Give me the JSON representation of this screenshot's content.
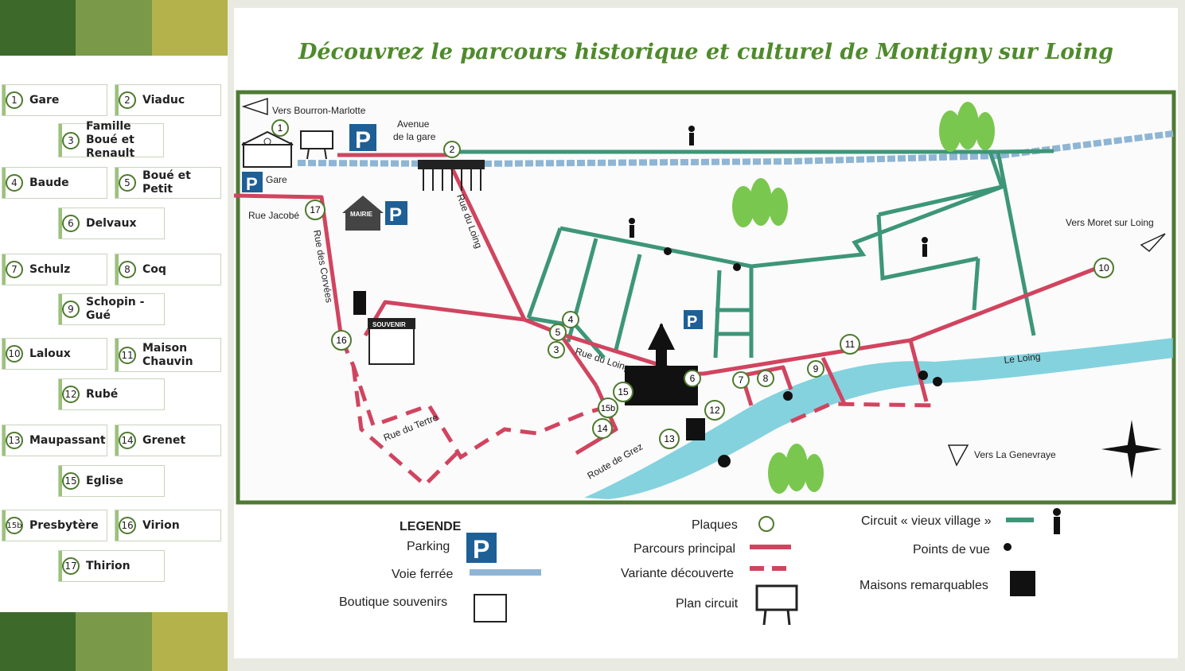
{
  "title": "Découvrez le parcours historique et culturel de Montigny sur Loing",
  "colors": {
    "main_route": "#d1445f",
    "old_village_route": "#3d9678",
    "river": "#6fcad8",
    "frame": "#4f7a34",
    "title": "#4f8a2c"
  },
  "sidebar": {
    "items": [
      {
        "num": "1",
        "label": "Gare"
      },
      {
        "num": "2",
        "label": "Viaduc"
      },
      {
        "num": "3",
        "label": "Famille Boué et Renault"
      },
      {
        "num": "4",
        "label": "Baude"
      },
      {
        "num": "5",
        "label": "Boué et Petit"
      },
      {
        "num": "6",
        "label": "Delvaux"
      },
      {
        "num": "7",
        "label": "Schulz"
      },
      {
        "num": "8",
        "label": "Coq"
      },
      {
        "num": "9",
        "label": "Schopin - Gué"
      },
      {
        "num": "10",
        "label": "Laloux"
      },
      {
        "num": "11",
        "label": "Maison Chauvin"
      },
      {
        "num": "12",
        "label": "Rubé"
      },
      {
        "num": "13",
        "label": "Maupassant"
      },
      {
        "num": "14",
        "label": "Grenet"
      },
      {
        "num": "15",
        "label": "Eglise"
      },
      {
        "num": "15b",
        "label": "Presbytère"
      },
      {
        "num": "16",
        "label": "Virion"
      },
      {
        "num": "17",
        "label": "Thirion"
      }
    ]
  },
  "map": {
    "labels": {
      "bourron": "Vers Bourron-Marlotte",
      "avenue": "Avenue",
      "avenue2": "de la gare",
      "gare": "Gare",
      "rue_jacobe": "Rue Jacobé",
      "rue_corvees": "Rue des Corvées",
      "rue_loing_vertical": "Rue du Loing",
      "rue_loing": "Rue du Loing",
      "rue_tertre": "Rue du Tertre",
      "route_grez": "Route de Grez",
      "moret": "Vers Moret sur Loing",
      "le_loing": "Le Loing",
      "genevraye": "Vers La Genevraye",
      "mairie": "MAIRIE",
      "souvenir": "SOUVENIR",
      "parking_p": "P"
    },
    "markers": [
      "1",
      "2",
      "17",
      "16",
      "4",
      "5",
      "3",
      "15",
      "15b",
      "14",
      "13",
      "12",
      "6",
      "7",
      "8",
      "9",
      "11",
      "10"
    ]
  },
  "legend": {
    "title": "LEGENDE",
    "parking": "Parking",
    "railway": "Voie ferrée",
    "shop": "Boutique souvenirs",
    "plaques": "Plaques",
    "main_route": "Parcours principal",
    "variant": "Variante découverte",
    "plan": "Plan circuit",
    "old_village": "Circuit « vieux village »",
    "viewpoints": "Points de vue",
    "houses": "Maisons remarquables"
  }
}
